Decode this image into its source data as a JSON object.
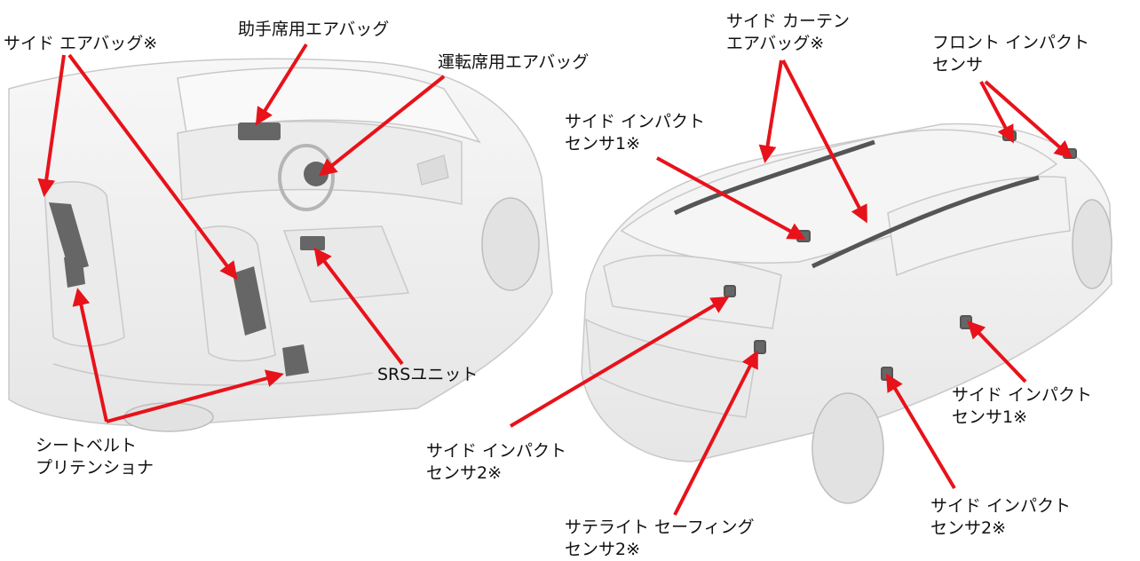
{
  "colors": {
    "arrow": "#e8121a",
    "car_fill": "#f1f1f1",
    "car_line": "#c9c9c9",
    "part": "#666666",
    "text": "#111111"
  },
  "labels": {
    "side_airbag": "サイド エアバッグ※",
    "passenger_airbag": "助手席用エアバッグ",
    "driver_airbag": "運転席用エアバッグ",
    "srs_unit": "SRSユニット",
    "seatbelt_line1": "シートベルト",
    "seatbelt_line2": "プリテンショナ",
    "curtain_line1": "サイド カーテン",
    "curtain_line2": "エアバッグ※",
    "front_impact_line1": "フロント インパクト",
    "front_impact_line2": "センサ",
    "side_impact1_top_line1": "サイド インパクト",
    "side_impact1_top_line2": "センサ1※",
    "side_impact2_left_line1": "サイド インパクト",
    "side_impact2_left_line2": "センサ2※",
    "satellite_line1": "サテライト セーフィング",
    "satellite_line2": "センサ2※",
    "side_impact1_right_line1": "サイド インパクト",
    "side_impact1_right_line2": "センサ1※",
    "side_impact2_right_line1": "サイド インパクト",
    "side_impact2_right_line2": "センサ2※"
  }
}
